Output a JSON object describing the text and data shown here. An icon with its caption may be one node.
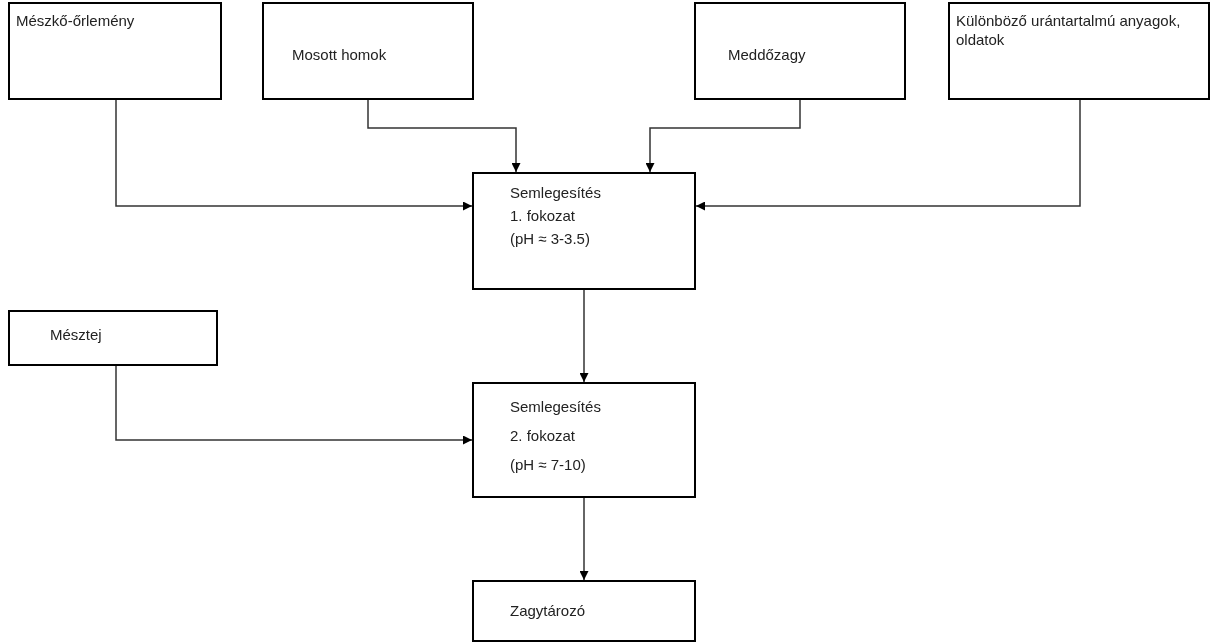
{
  "diagram": {
    "nodes": [
      {
        "text": [
          "Mészkő-őrlemény"
        ]
      },
      {
        "text": [
          "Mosott homok"
        ]
      },
      {
        "text": [
          "Meddőzagy"
        ]
      },
      {
        "text": [
          "Különböző urántartalmú anyagok, oldatok"
        ]
      },
      {
        "text": [
          "Semlegesítés",
          "1. fokozat",
          "(pH ≈ 3-3.5)"
        ]
      },
      {
        "text": [
          "Mésztej"
        ]
      },
      {
        "text": [
          "Semlegesítés",
          "2. fokozat",
          "(pH ≈ 7-10)"
        ]
      },
      {
        "text": [
          "Zagytározó"
        ]
      }
    ],
    "edges": [
      {
        "from": 0,
        "to": 4,
        "arrow": "to"
      },
      {
        "from": 1,
        "to": 4,
        "arrow": "to"
      },
      {
        "from": 2,
        "to": 4,
        "arrow": "to"
      },
      {
        "from": 3,
        "to": 4,
        "arrow": "to"
      },
      {
        "from": 4,
        "to": 6,
        "arrow": "to"
      },
      {
        "from": 5,
        "to": 6,
        "arrow": "to"
      },
      {
        "from": 6,
        "to": 7,
        "arrow": "to"
      }
    ]
  }
}
